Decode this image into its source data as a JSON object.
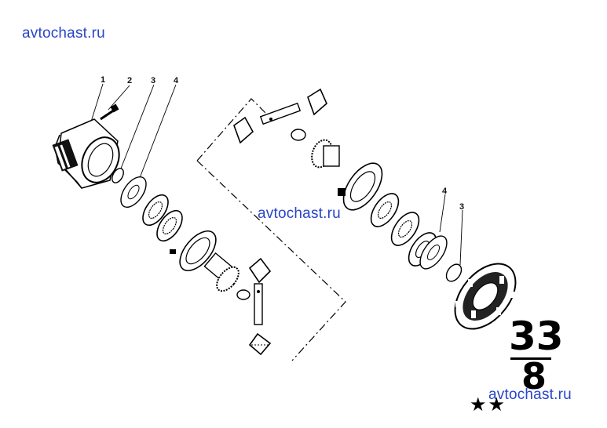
{
  "watermarks": {
    "top": "avtochast.ru",
    "middle": "avtochast.ru",
    "bottom": "avtochast.ru"
  },
  "part_numbers": {
    "p1": "1",
    "p2": "2",
    "p3_left": "3",
    "p4_left": "4",
    "p4_right": "4",
    "p3_right": "3"
  },
  "group": {
    "main": "33",
    "sub": "8"
  },
  "stars": "★★",
  "colors": {
    "watermark": "#2a45c8",
    "ink": "#000000",
    "background": "#ffffff"
  }
}
